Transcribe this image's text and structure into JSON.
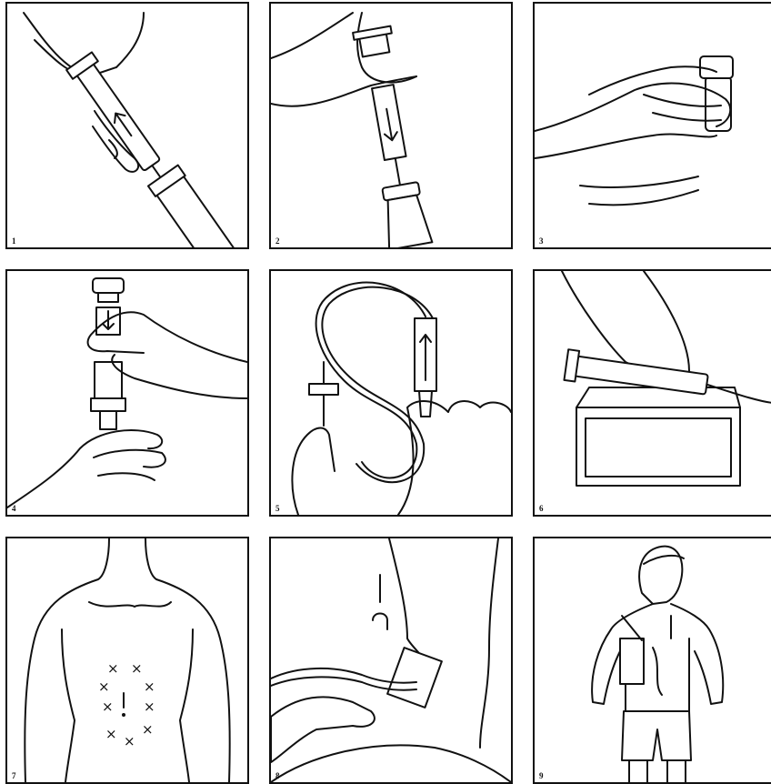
{
  "panels": [
    {
      "number": "1",
      "icon": "syringe-draw-air-icon"
    },
    {
      "number": "2",
      "icon": "syringe-inject-vial-icon"
    },
    {
      "number": "3",
      "icon": "roll-vial-icon"
    },
    {
      "number": "4",
      "icon": "syringe-withdraw-icon"
    },
    {
      "number": "5",
      "icon": "prime-tubing-icon"
    },
    {
      "number": "6",
      "icon": "load-pump-icon"
    },
    {
      "number": "7",
      "icon": "abdomen-sites-icon"
    },
    {
      "number": "8",
      "icon": "insert-needle-icon"
    },
    {
      "number": "9",
      "icon": "wear-pump-icon"
    }
  ],
  "colors": {
    "ink": "#111111",
    "paper": "#ffffff"
  }
}
